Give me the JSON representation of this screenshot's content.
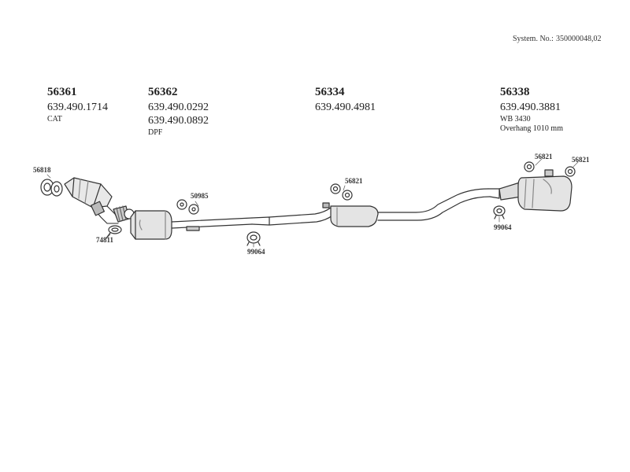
{
  "system_no": {
    "label": "System. No.:",
    "value": "350000048,02"
  },
  "parts": [
    {
      "id": "56361",
      "refs": [
        "639.490.1714"
      ],
      "notes": [
        "CAT"
      ]
    },
    {
      "id": "56362",
      "refs": [
        "639.490.0292",
        "639.490.0892"
      ],
      "notes": [
        "DPF"
      ]
    },
    {
      "id": "56334",
      "refs": [
        "639.490.4981"
      ],
      "notes": []
    },
    {
      "id": "56338",
      "refs": [
        "639.490.3881"
      ],
      "notes": [
        "WB 3430",
        "Overhang 1010 mm"
      ]
    }
  ],
  "callouts": {
    "c56818": "56818",
    "c74811": "74811",
    "c50985": "50985",
    "c99064a": "99064",
    "c56821a": "56821",
    "c99064b": "99064",
    "c56821b": "56821",
    "c56821c": "56821"
  }
}
